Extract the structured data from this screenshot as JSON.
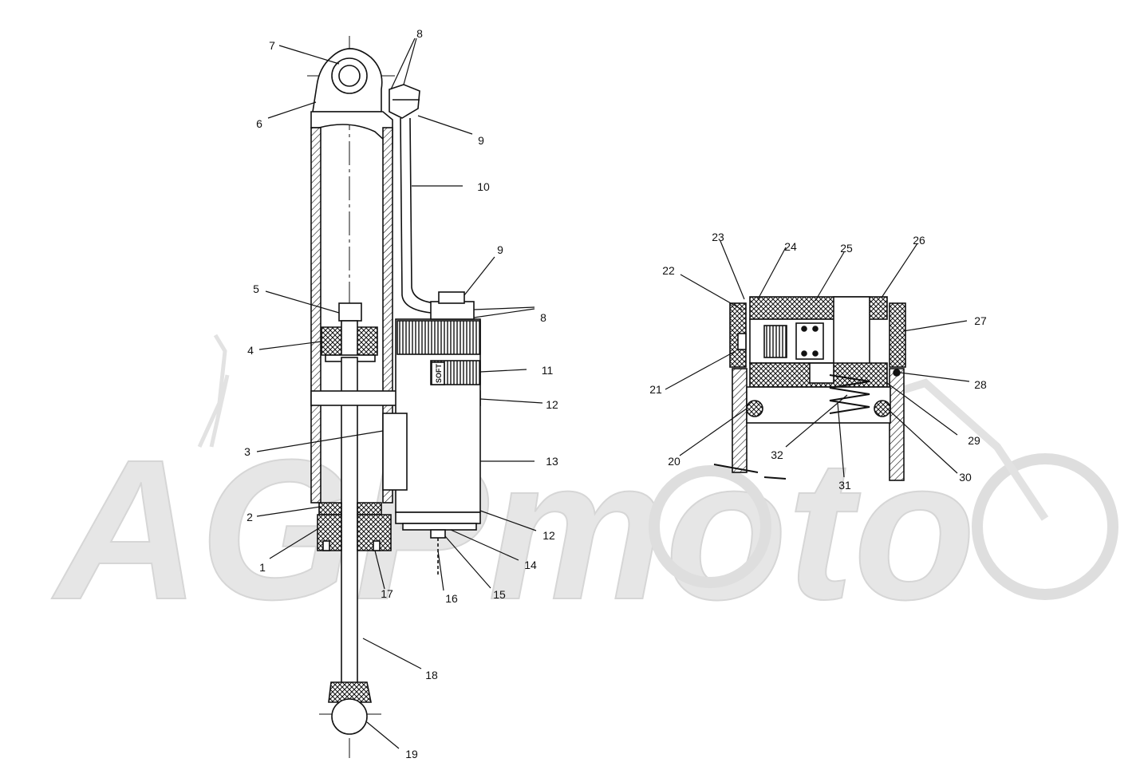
{
  "watermark": {
    "text": "AGPmoto"
  },
  "knob_text": "SOFT",
  "callouts": [
    {
      "id": "c1",
      "text": "1"
    },
    {
      "id": "c2",
      "text": "2"
    },
    {
      "id": "c3",
      "text": "3"
    },
    {
      "id": "c4",
      "text": "4"
    },
    {
      "id": "c5",
      "text": "5"
    },
    {
      "id": "c6",
      "text": "6"
    },
    {
      "id": "c7",
      "text": "7"
    },
    {
      "id": "c8a",
      "text": "8"
    },
    {
      "id": "c8b",
      "text": "8"
    },
    {
      "id": "c9a",
      "text": "9"
    },
    {
      "id": "c9b",
      "text": "9"
    },
    {
      "id": "c10",
      "text": "10"
    },
    {
      "id": "c11",
      "text": "11"
    },
    {
      "id": "c12a",
      "text": "12"
    },
    {
      "id": "c12b",
      "text": "12"
    },
    {
      "id": "c13",
      "text": "13"
    },
    {
      "id": "c14",
      "text": "14"
    },
    {
      "id": "c15",
      "text": "15"
    },
    {
      "id": "c16",
      "text": "16"
    },
    {
      "id": "c17",
      "text": "17"
    },
    {
      "id": "c18",
      "text": "18"
    },
    {
      "id": "c19",
      "text": "19"
    },
    {
      "id": "c20",
      "text": "20"
    },
    {
      "id": "c21",
      "text": "21"
    },
    {
      "id": "c22",
      "text": "22"
    },
    {
      "id": "c23",
      "text": "23"
    },
    {
      "id": "c24",
      "text": "24"
    },
    {
      "id": "c25",
      "text": "25"
    },
    {
      "id": "c26",
      "text": "26"
    },
    {
      "id": "c27",
      "text": "27"
    },
    {
      "id": "c28",
      "text": "28"
    },
    {
      "id": "c29",
      "text": "29"
    },
    {
      "id": "c30",
      "text": "30"
    },
    {
      "id": "c31",
      "text": "31"
    },
    {
      "id": "c32",
      "text": "32"
    }
  ],
  "colors": {
    "line": "#111111",
    "watermark": "#e4e4e4"
  }
}
